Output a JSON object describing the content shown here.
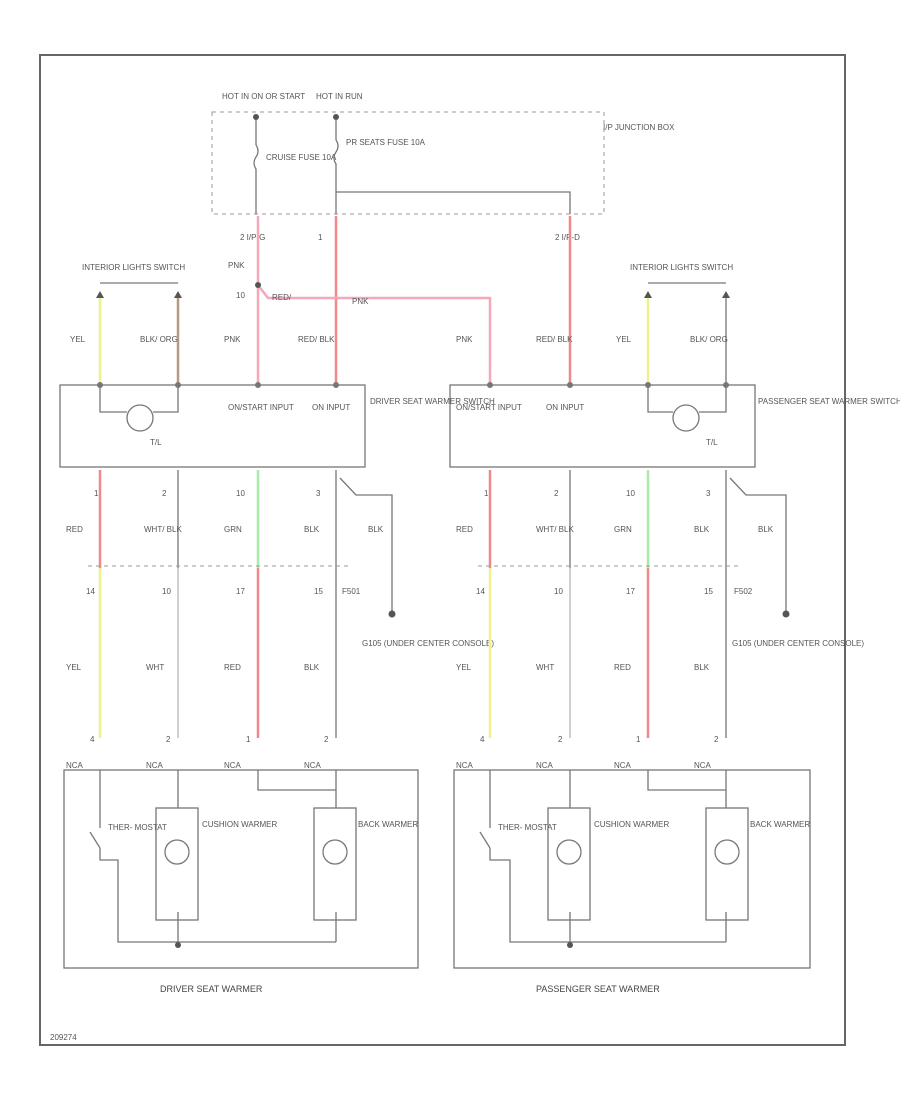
{
  "junction": {
    "hot_run_start": "HOT IN ON OR START",
    "hot_run": "HOT IN RUN",
    "box_label": "I/P JUNCTION BOX",
    "fuse_a": "CRUISE FUSE 10A",
    "fuse_b": "PR SEATS FUSE 10A",
    "conn_a": "2  I/P-G",
    "conn_b": "1",
    "conn_c": "2  I/P-D"
  },
  "driver": {
    "lights_switch": "INTERIOR LIGHTS SWITCH",
    "wires_top": [
      "YEL",
      "BLK/ ORG",
      "PNK",
      "RED/ BLK"
    ],
    "splice_a": "PNK",
    "splice_b": "10",
    "splice_c": "RED/",
    "splice_d": "PNK",
    "switch_label": "DRIVER SEAT WARMER SWITCH",
    "input_a": "ON/START INPUT",
    "input_b": "ON INPUT",
    "tl": "T/L",
    "pins": [
      "1",
      "2",
      "10",
      "3"
    ],
    "wires_mid": [
      "RED",
      "WHT/ BLK",
      "GRN",
      "BLK",
      "BLK"
    ],
    "conn_pins": [
      "14",
      "10",
      "17",
      "15",
      "F501"
    ],
    "ground": "G105 (UNDER CENTER CONSOLE)",
    "wires_low": [
      "YEL",
      "WHT",
      "RED",
      "BLK"
    ],
    "heater_pins": [
      "4",
      "2",
      "1",
      "2"
    ],
    "ncas": [
      "NCA",
      "NCA",
      "NCA",
      "NCA"
    ],
    "thermostat": "THER- MOSTAT",
    "cushion": "CUSHION WARMER",
    "back": "BACK WARMER",
    "title": "DRIVER SEAT WARMER"
  },
  "passenger": {
    "lights_switch": "INTERIOR LIGHTS SWITCH",
    "wires_top": [
      "PNK",
      "RED/ BLK",
      "YEL",
      "BLK/ ORG"
    ],
    "switch_label": "PASSENGER SEAT WARMER SWITCH",
    "input_a": "ON/START INPUT",
    "input_b": "ON INPUT",
    "tl": "T/L",
    "pins": [
      "1",
      "2",
      "10",
      "3"
    ],
    "wires_mid": [
      "RED",
      "WHT/ BLK",
      "GRN",
      "BLK",
      "BLK"
    ],
    "conn_pins": [
      "14",
      "10",
      "17",
      "15",
      "F502"
    ],
    "ground": "G105 (UNDER CENTER CONSOLE)",
    "wires_low": [
      "YEL",
      "WHT",
      "RED",
      "BLK"
    ],
    "heater_pins": [
      "4",
      "2",
      "1",
      "2"
    ],
    "ncas": [
      "NCA",
      "NCA",
      "NCA",
      "NCA"
    ],
    "thermostat": "THER- MOSTAT",
    "cushion": "CUSHION WARMER",
    "back": "BACK WARMER",
    "title": "PASSENGER SEAT WARMER"
  },
  "figure_id": "209274",
  "colors": {
    "yel": "#f0f08c",
    "red": "#f08a8a",
    "grn": "#a8eca8",
    "pnk": "#f4a8b8",
    "org": "#b89a80"
  }
}
